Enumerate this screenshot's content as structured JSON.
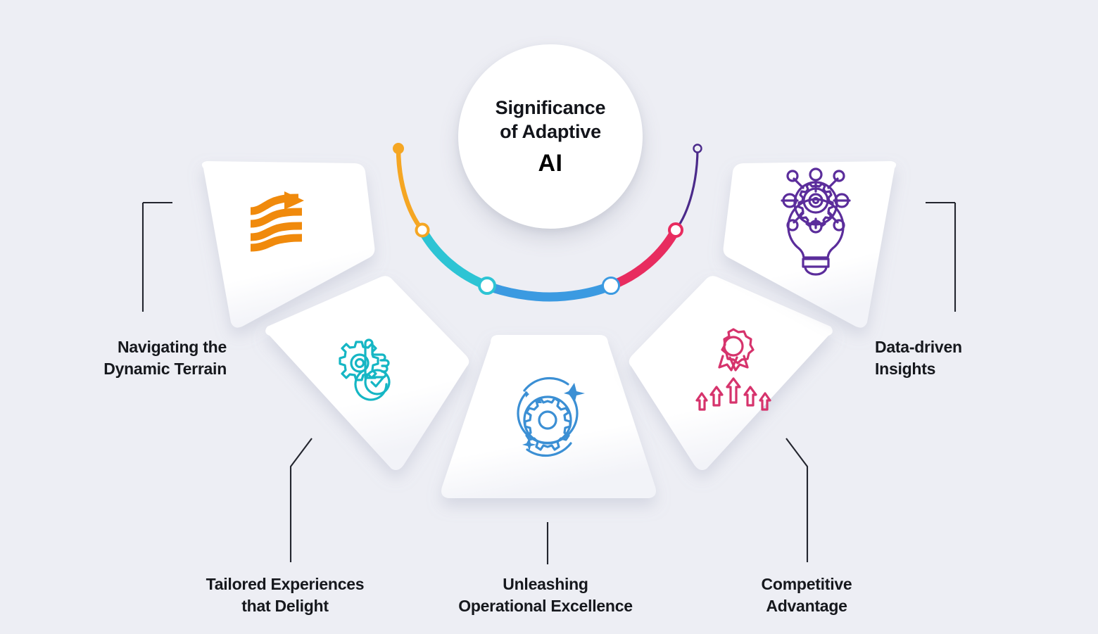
{
  "page": {
    "background_color": "#edeef4",
    "title": "Significance of Adaptive AI infographic"
  },
  "hub": {
    "line1": "Significance",
    "line2": "of Adaptive",
    "acronym": "AI",
    "background_color": "#ffffff"
  },
  "arc": {
    "segments": [
      {
        "name": "orange-segment",
        "color": "#f5a623",
        "thin": true
      },
      {
        "name": "teal-segment",
        "color": "#2dc4d4",
        "thin": false
      },
      {
        "name": "blue-segment",
        "color": "#3b9ae1",
        "thin": false
      },
      {
        "name": "pink-segment",
        "color": "#e8२c5f",
        "thin": false
      },
      {
        "name": "purple-segment",
        "color": "#4b2a8a",
        "thin": true
      }
    ],
    "nodes": [
      {
        "name": "node-orange-cap",
        "color": "#f5a623",
        "style": "filled"
      },
      {
        "name": "node-orange-teal",
        "color": "#f5a623",
        "style": "ring"
      },
      {
        "name": "node-teal-blue",
        "color": "#2dc4d4",
        "style": "ring"
      },
      {
        "name": "node-blue-pink",
        "color": "#3b9ae1",
        "style": "ring"
      },
      {
        "name": "node-pink-purple",
        "color": "#e82c5f",
        "style": "ring"
      },
      {
        "name": "node-purple-cap",
        "color": "#4b2a8a",
        "style": "ring-small"
      }
    ]
  },
  "cards": [
    {
      "id": "navigating-the-dynamic-terrain",
      "label": "Navigating the\nDynamic Terrain",
      "icon": "ascending-bars-arrow-icon",
      "icon_color": "#f08a0c",
      "connector": "elbow-left"
    },
    {
      "id": "tailored-experiences-that-delight",
      "label": "Tailored Experiences\nthat Delight",
      "icon": "gear-thumbs-up-check-icon",
      "icon_color": "#15b6c4",
      "connector": "bent-left"
    },
    {
      "id": "unleashing-operational-excellence",
      "label": "Unleashing\nOperational Excellence",
      "icon": "gear-cycle-sparkle-icon",
      "icon_color": "#3b8fd4",
      "connector": "straight-center"
    },
    {
      "id": "competitive-advantage",
      "label": "Competitive\nAdvantage",
      "icon": "award-ribbon-arrows-icon",
      "icon_color": "#d6336c",
      "connector": "bent-right"
    },
    {
      "id": "data-driven-insights",
      "label": "Data-driven\nInsights",
      "icon": "lightbulb-network-gear-icon",
      "icon_color": "#5b2d9b",
      "connector": "elbow-right"
    }
  ]
}
